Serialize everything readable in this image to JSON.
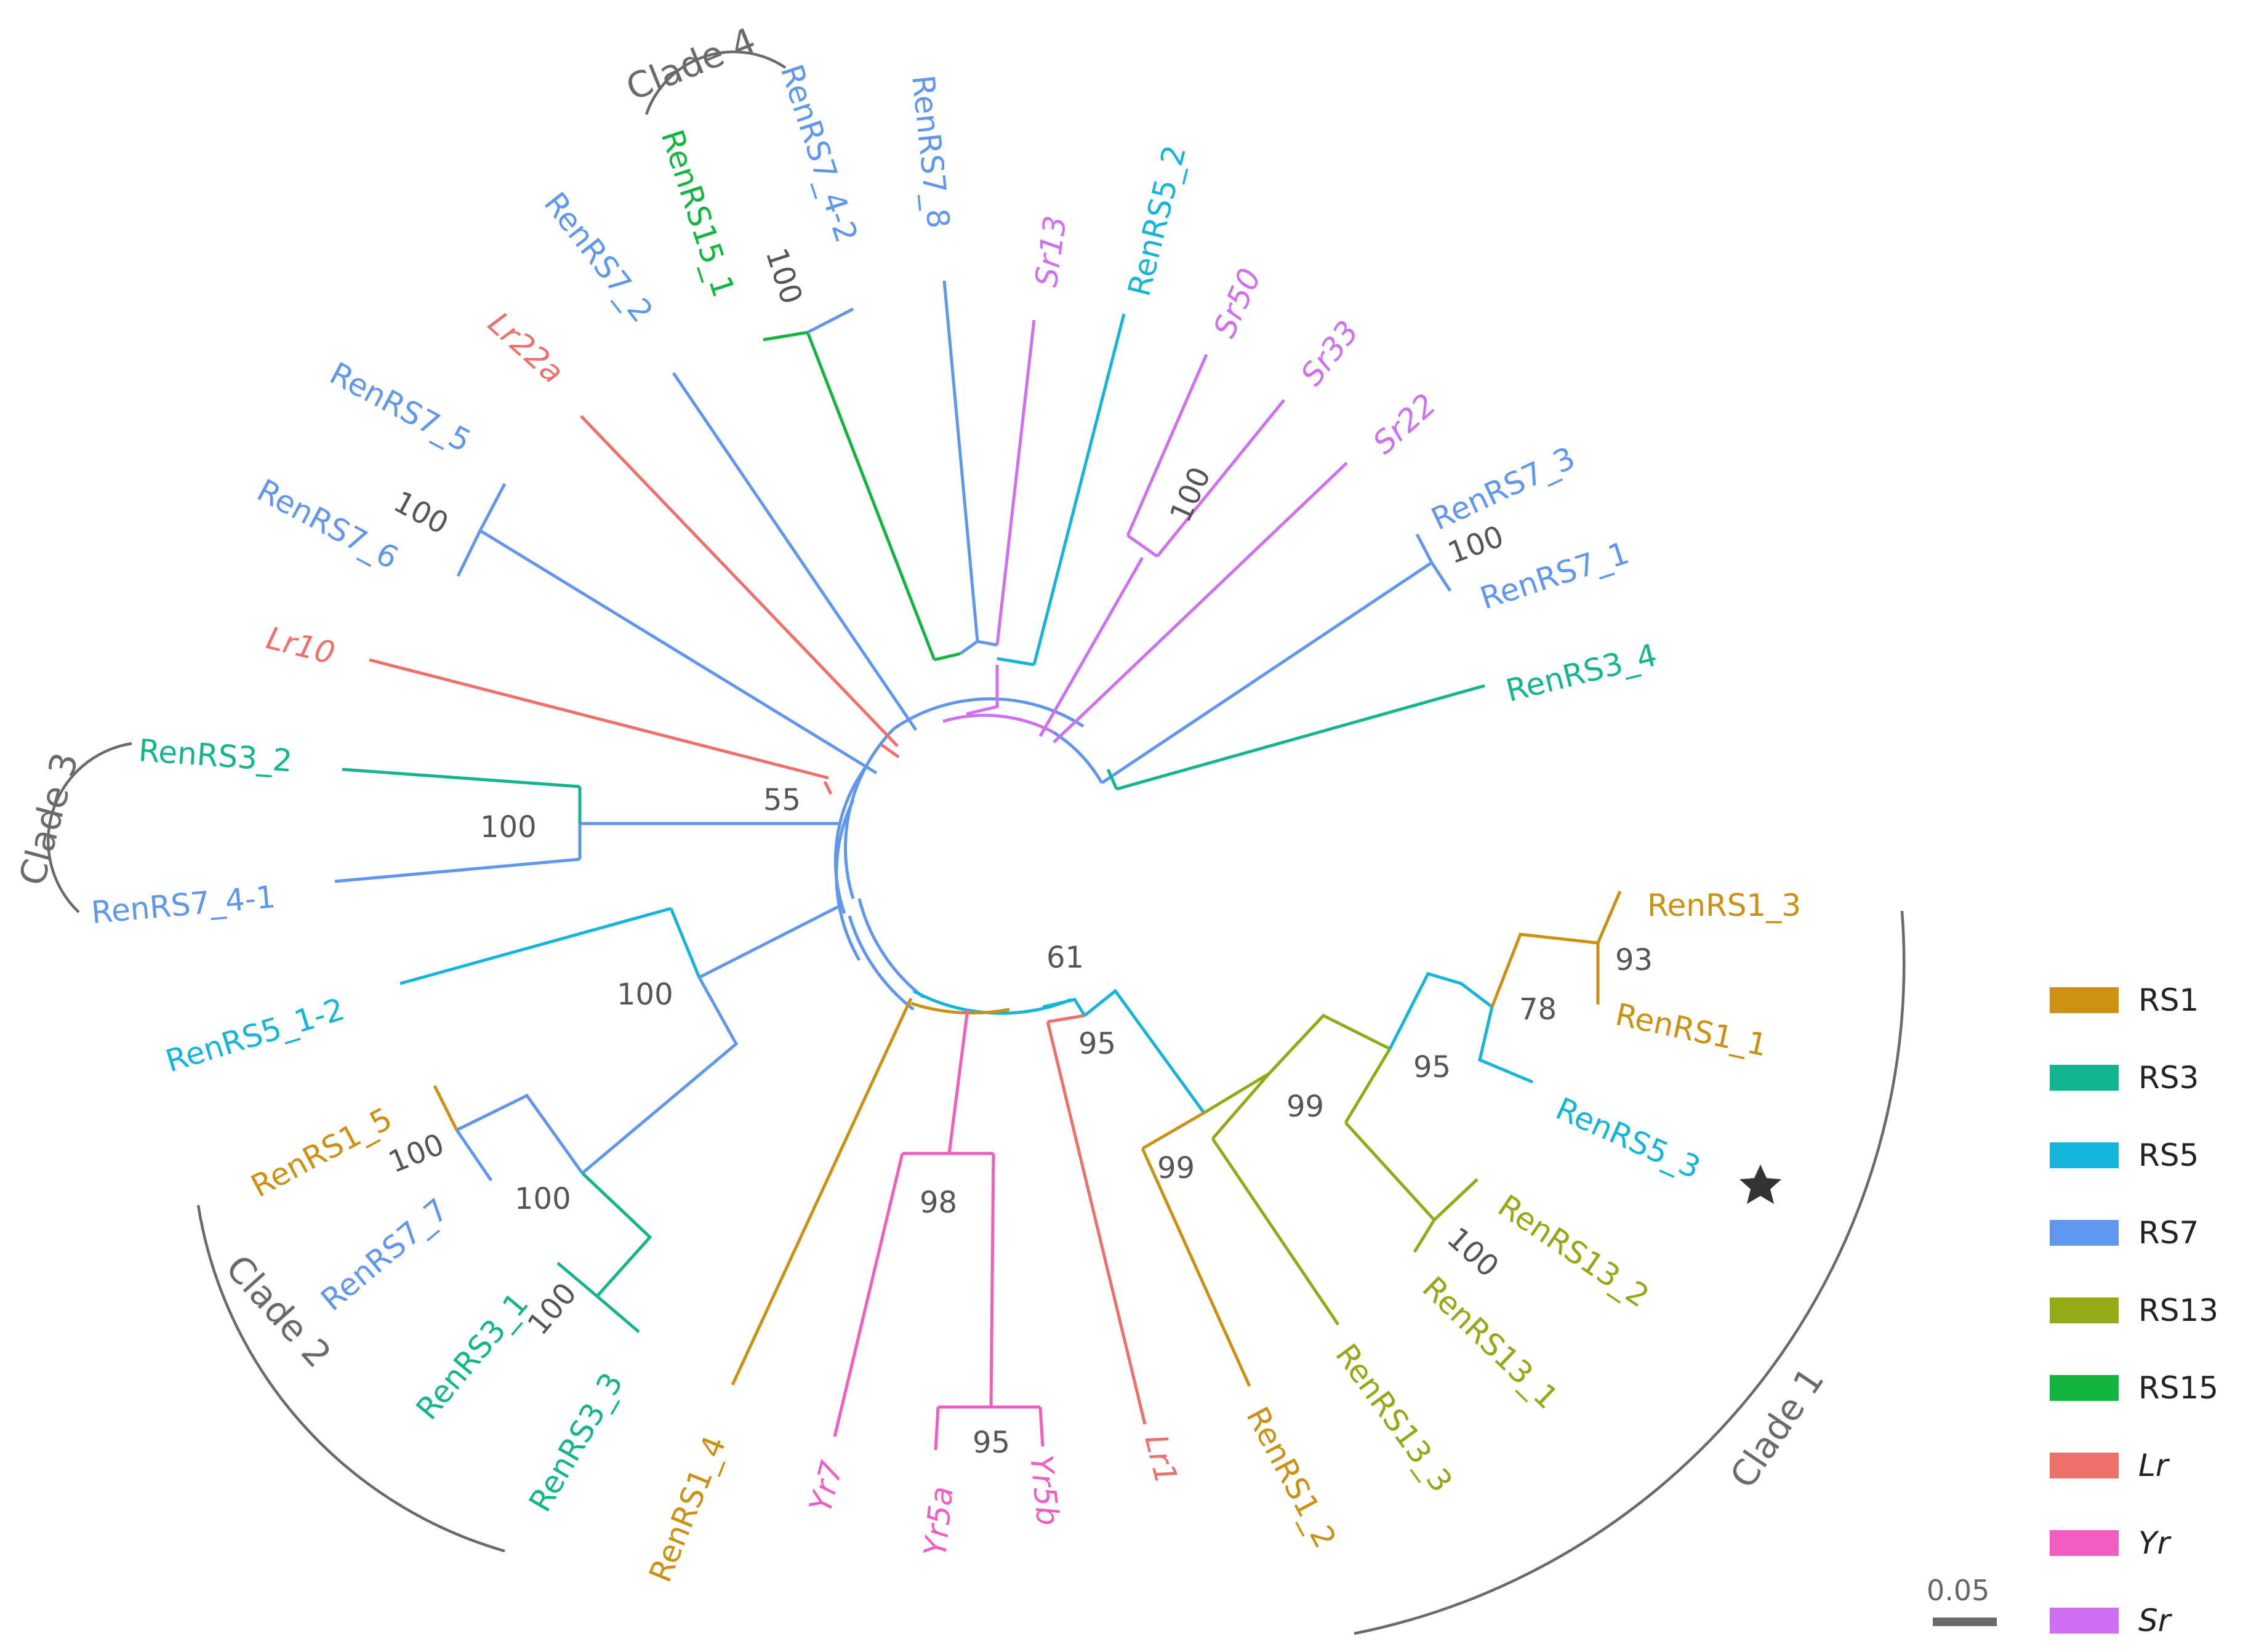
{
  "colors": {
    "RS1": "#cc9112",
    "RS3": "#13b58f",
    "RS5": "#14b4db",
    "RS7": "#6097ee",
    "RS13": "#93a915",
    "RS15": "#12b63f",
    "Lr": "#ef6f6a",
    "Yr": "#f25dc3",
    "Sr": "#cf6ff1",
    "clade": "#6a6a6a",
    "star": "#333333"
  },
  "tips": {
    "RenRS7_4_2": "RenRS7_4-2",
    "RenRS15_1": "RenRS15_1",
    "RenRS7_8": "RenRS7_8",
    "Sr13": "Sr13",
    "RenRS5_2": "RenRS5_2",
    "Sr50": "Sr50",
    "Sr33": "Sr33",
    "Sr22": "Sr22",
    "RenRS7_2": "RenRS7_2",
    "Lr22a": "Lr22a",
    "RenRS7_5": "RenRS7_5",
    "RenRS7_6": "RenRS7_6",
    "RenRS7_3": "RenRS7_3",
    "RenRS7_1": "RenRS7_1",
    "Lr10": "Lr10",
    "RenRS3_4": "RenRS3_4",
    "RenRS3_2": "RenRS3_2",
    "RenRS7_4_1": "RenRS7_4-1",
    "RenRS1_3": "RenRS1_3",
    "RenRS1_1": "RenRS1_1",
    "RenRS5_1_2": "RenRS5_1-2",
    "RenRS5_3": "RenRS5_3",
    "RenRS1_5": "RenRS1_5",
    "RenRS7_7": "RenRS7_7",
    "RenRS13_2": "RenRS13_2",
    "RenRS13_1": "RenRS13_1",
    "RenRS3_1": "RenRS3_1",
    "RenRS3_3": "RenRS3_3",
    "RenRS1_4": "RenRS1_4",
    "Yr7": "Yr7",
    "Yr5a": "Yr5a",
    "Yr5b": "Yr5b",
    "Lr1": "Lr1",
    "RenRS1_2": "RenRS1_2",
    "RenRS13_3": "RenRS13_3"
  },
  "bootstrap": {
    "c4": "100",
    "sr33_50": "100",
    "rs7_5_6": "100",
    "rs7_1_3": "100",
    "lr_node": "55",
    "clade3": "100",
    "rs5_1_2": "100",
    "rs1_5_rs7_7": "100",
    "rs7_7_node": "100",
    "rs3_1_3": "100",
    "rs1_3_1": "93",
    "rs1_rs5_3": "78",
    "rs5_3_node": "95",
    "rs13_node": "99",
    "rs13_1_2": "100",
    "rs1_2_node": "99",
    "lr1_node": "95",
    "root": "61",
    "yr_node": "98",
    "yr5": "95"
  },
  "clades": {
    "c1": "Clade 1",
    "c2": "Clade 2",
    "c3": "Clade 3",
    "c4": "Clade 4"
  },
  "legend": [
    {
      "label": "RS1",
      "color": "#cc9112",
      "italic": false
    },
    {
      "label": "RS3",
      "color": "#13b58f",
      "italic": false
    },
    {
      "label": "RS5",
      "color": "#14b4db",
      "italic": false
    },
    {
      "label": "RS7",
      "color": "#6097ee",
      "italic": false
    },
    {
      "label": "RS13",
      "color": "#93a915",
      "italic": false
    },
    {
      "label": "RS15",
      "color": "#12b63f",
      "italic": false
    },
    {
      "label": "Lr",
      "color": "#ef6f6a",
      "italic": true
    },
    {
      "label": "Yr",
      "color": "#f25dc3",
      "italic": true
    },
    {
      "label": "Sr",
      "color": "#cf6ff1",
      "italic": true
    }
  ],
  "scale_bar": "0.05",
  "star_icon": "star-icon"
}
